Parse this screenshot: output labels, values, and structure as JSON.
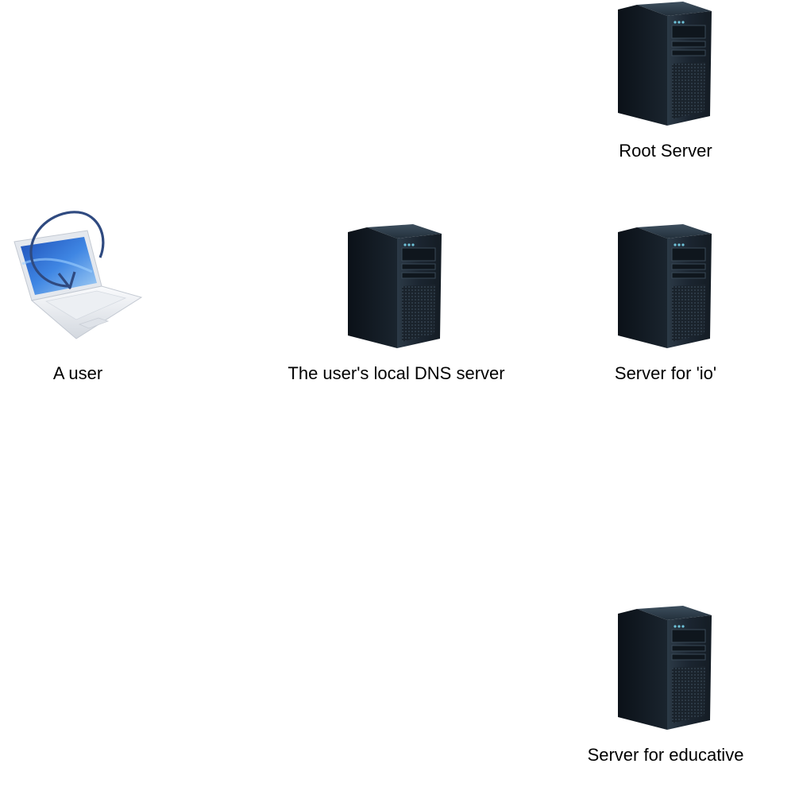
{
  "nodes": {
    "root_server": {
      "label": "Root Server",
      "icon": "server-tower-icon"
    },
    "user": {
      "label": "A user",
      "icon": "laptop-icon"
    },
    "local_dns": {
      "label": "The user's local DNS server",
      "icon": "server-tower-icon"
    },
    "io_server": {
      "label": "Server for 'io'",
      "icon": "server-tower-icon"
    },
    "educative_server": {
      "label": "Server for educative",
      "icon": "server-tower-icon"
    }
  },
  "colors": {
    "server_body": "#1c2630",
    "server_side": "#0e151c",
    "server_top": "#2f3d4a",
    "laptop_body": "#eef1f5",
    "laptop_screen": "#2a62c9",
    "refresh_arrow": "#2f4a80",
    "label_text": "#000000"
  }
}
